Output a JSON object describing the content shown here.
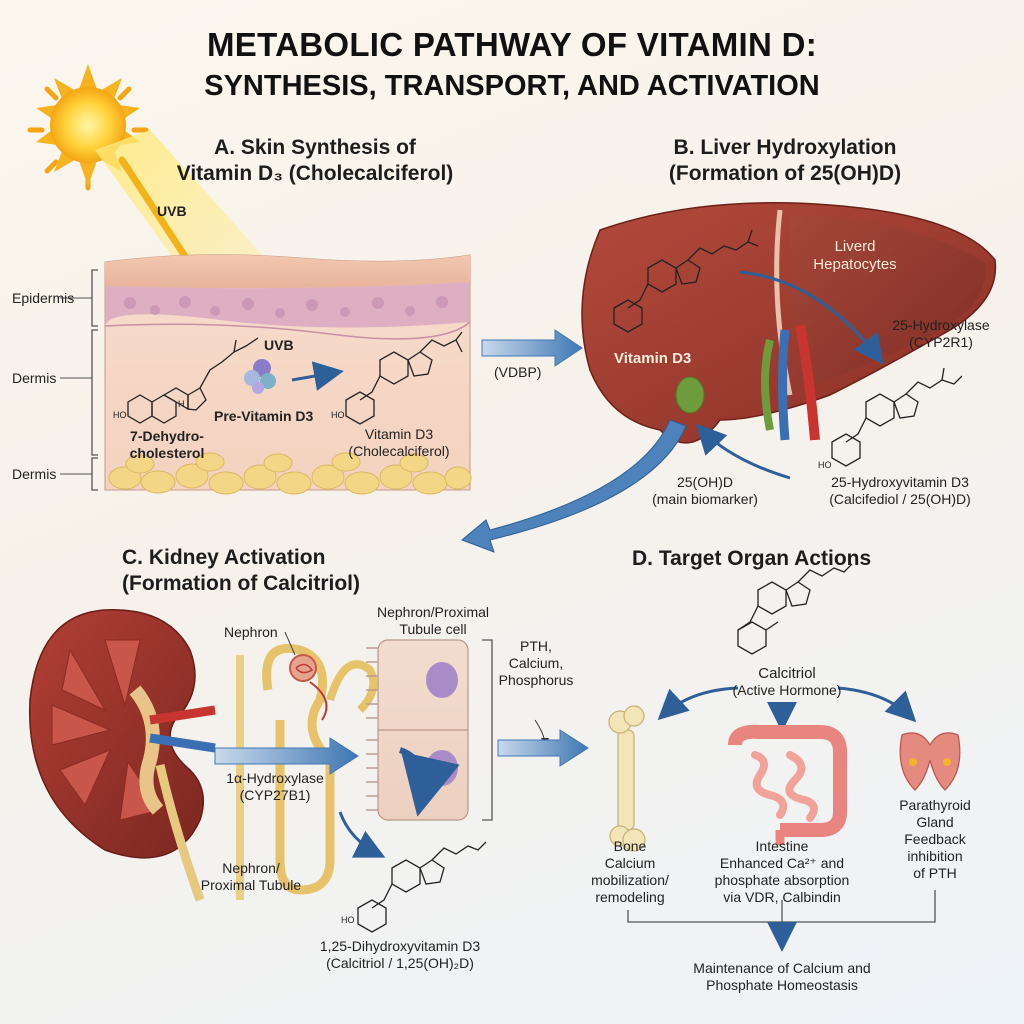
{
  "title": {
    "line1": "METABOLIC PATHWAY OF VITAMIN D:",
    "line2": "SYNTHESIS, TRANSPORT, AND ACTIVATION"
  },
  "section_a": {
    "title1": "A. Skin Synthesis of",
    "title2": "Vitamin D₃ (Cholecalciferol)",
    "uvb_top": "UVB",
    "uvb_mid": "UVB",
    "layer_epidermis": "Epidermis",
    "layer_dermis": "Dermis",
    "layer_dermis2": "Dermis",
    "compound1_l1": "7-Dehydro-",
    "compound1_l2": "cholesterol",
    "compound2": "Pre-Vitamin D3",
    "compound3_l1": "Vitamin D3",
    "compound3_l2": "(Cholecalciferol)",
    "ho": "HO",
    "h": "H"
  },
  "section_b": {
    "title1": "B. Liver Hydroxylation",
    "title2": "(Formation of 25(OH)D)",
    "hepatocytes_l1": "Liverd",
    "hepatocytes_l2": "Hepatocytes",
    "vitamin_d3": "Vitamin D3",
    "vdbp": "(VDBP)",
    "enzyme_l1": "25-Hydroxylase",
    "enzyme_l2": "(CYP2R1)",
    "biomarker_l1": "25(OH)D",
    "biomarker_l2": "(main biomarker)",
    "product_l1": "25-Hydroxyvitamin D3",
    "product_l2": "(Calcifediol / 25(OH)D)"
  },
  "section_c": {
    "title1": "C. Kidney Activation",
    "title2": "(Formation of Calcitriol)",
    "nephron": "Nephron",
    "cell_l1": "Nephron/Proximal",
    "cell_l2": "Tubule cell",
    "reg_l1": "PTH,",
    "reg_l2": "Calcium,",
    "reg_l3": "Phosphorus",
    "enzyme_l1": "1α-Hydroxylase",
    "enzyme_l2": "(CYP27B1)",
    "tubule_l1": "Nephron/",
    "tubule_l2": "Proximal Tubule",
    "product_l1": "1,25-Dihydroxyvitamin D3",
    "product_l2": "(Calcitriol / 1,25(OH)₂D)"
  },
  "section_d": {
    "title": "D. Target Organ Actions",
    "hormone_l1": "Calcitriol",
    "hormone_l2": "(Active Hormone)",
    "bone_name": "Bone",
    "bone_l1": "Calcium",
    "bone_l2": "mobilization/",
    "bone_l3": "remodeling",
    "intestine_name": "Intestine",
    "intestine_l1": "Enhanced Ca²⁺ and",
    "intestine_l2": "phosphate absorption",
    "intestine_l3": "via VDR, Calbindin",
    "parathyroid_l1": "Parathyroid",
    "parathyroid_l2": "Gland",
    "parathyroid_d1": "Feedback",
    "parathyroid_d2": "inhibition",
    "parathyroid_d3": "of PTH",
    "outcome_l1": "Maintenance of Calcium and",
    "outcome_l2": "Phosphate Homeostasis"
  }
}
